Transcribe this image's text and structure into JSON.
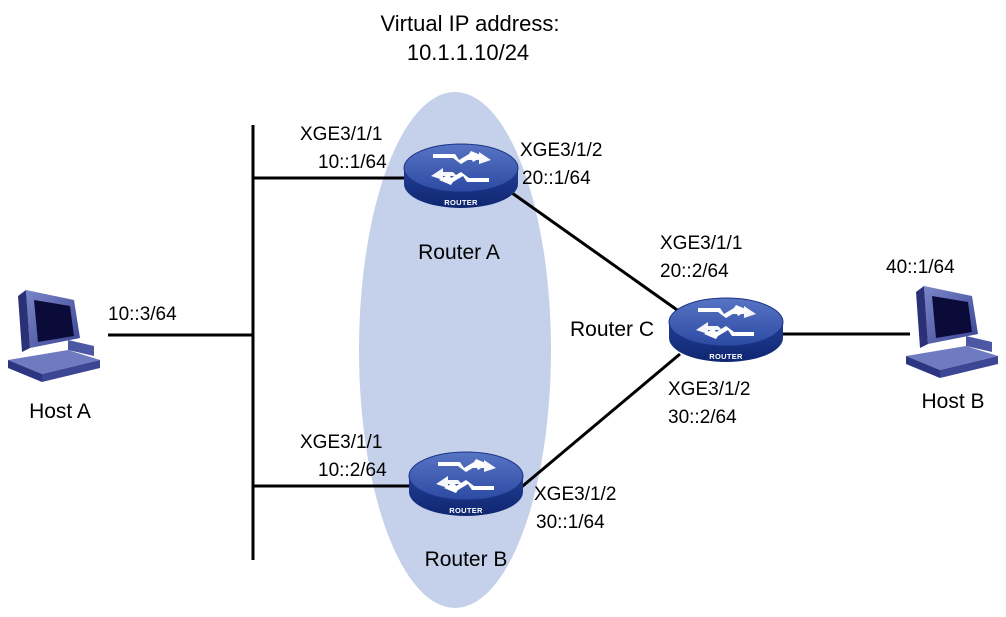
{
  "diagram": {
    "virtual_ip": {
      "line1": "Virtual IP address:",
      "line2": "10.1.1.10/24"
    },
    "router_a": {
      "name": "Router A",
      "badge": "ROUTER"
    },
    "router_b": {
      "name": "Router B",
      "badge": "ROUTER"
    },
    "router_c": {
      "name": "Router C",
      "badge": "ROUTER"
    },
    "host_a": {
      "name": "Host A"
    },
    "host_b": {
      "name": "Host B"
    },
    "interfaces": {
      "ra_xge1": "XGE3/1/1",
      "ra_ip1": "10::1/64",
      "ra_xge2": "XGE3/1/2",
      "ra_ip2": "20::1/64",
      "rb_xge1": "XGE3/1/1",
      "rb_ip1": "10::2/64",
      "rb_xge2": "XGE3/1/2",
      "rb_ip2": "30::1/64",
      "rc_xge1": "XGE3/1/1",
      "rc_ip1": "20::2/64",
      "rc_xge2": "XGE3/1/2",
      "rc_ip2": "30::2/64",
      "host_a_ip": "10::3/64",
      "host_b_ip": "40::1/64"
    },
    "colors": {
      "vrrp_group": "#c5d1ea",
      "router_top": "#2f4fa8",
      "router_side": "#1d3a8f",
      "link": "#000000"
    }
  }
}
